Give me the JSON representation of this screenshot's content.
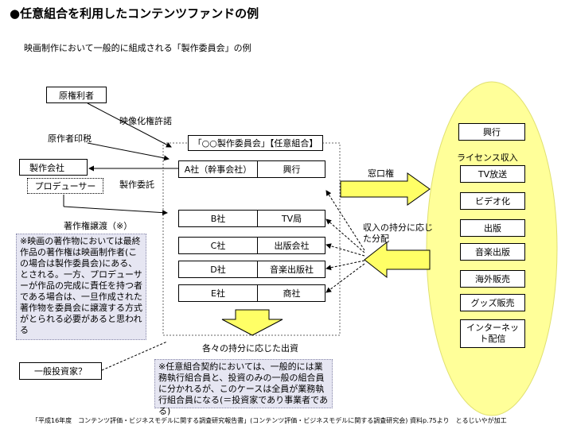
{
  "title": "●任意組合を利用したコンテンツファンドの例",
  "subtitle": "映画制作において一般的に組成される「製作委員会」の例",
  "rights_holder": "原権利者",
  "label_film_rights": "映像化権許諾",
  "label_author_stamp": "原作者印税",
  "production_company": "製作会社",
  "producer": "プロデューサー",
  "label_commission": "製作委託",
  "label_copyright_transfer": "著作権譲渡（※）",
  "committee_title": "「○○製作委員会」【任意組合】",
  "members": [
    {
      "company": "A社（幹事会社）",
      "role": "興行"
    },
    {
      "company": "B社",
      "role": "TV局"
    },
    {
      "company": "C社",
      "role": "出版会社"
    },
    {
      "company": "D社",
      "role": "音楽出版社"
    },
    {
      "company": "E社",
      "role": "商社"
    }
  ],
  "label_window_rights": "窓口権",
  "label_revenue_share": "収入の持分に応じた分配",
  "label_investment": "各々の持分に応じた出資",
  "general_investor": "一般投資家？",
  "note_copyright": "※映画の著作物においては最終作品の著作権は映画制作者(この場合は製作委員会)にある、とされる。一方、プロデューサーが作品の完成に責任を持つ者である場合は、一旦作成された著作物を委員会に譲渡する方式がとられる必要があると思われる",
  "note_partnership": "※任意組合契約においては、一般的には業務執行組合員と、投資のみの一般の組合員に分かれるが、このケースは全員が業務執行組合員になる(＝投資家であり事業者である)",
  "revenue": {
    "screening": "興行",
    "license_label": "ライセンス収入",
    "items": [
      "TV放送",
      "ビデオ化",
      "出版",
      "音楽出版",
      "海外販売",
      "グッズ販売",
      "インターネット配信"
    ]
  },
  "footer": "「平成16年度　コンテンツ評価・ビジネスモデルに関する調査研究報告書」(コンテンツ評価・ビジネスモデルに関する調査研究会) 資料p.75より　とるじいやが加工",
  "colors": {
    "ellipse": "#ffff99",
    "ellipse_stroke": "#e0e070",
    "arrow_fill": "#ffff66",
    "note_bg": "#e6e6f2"
  }
}
